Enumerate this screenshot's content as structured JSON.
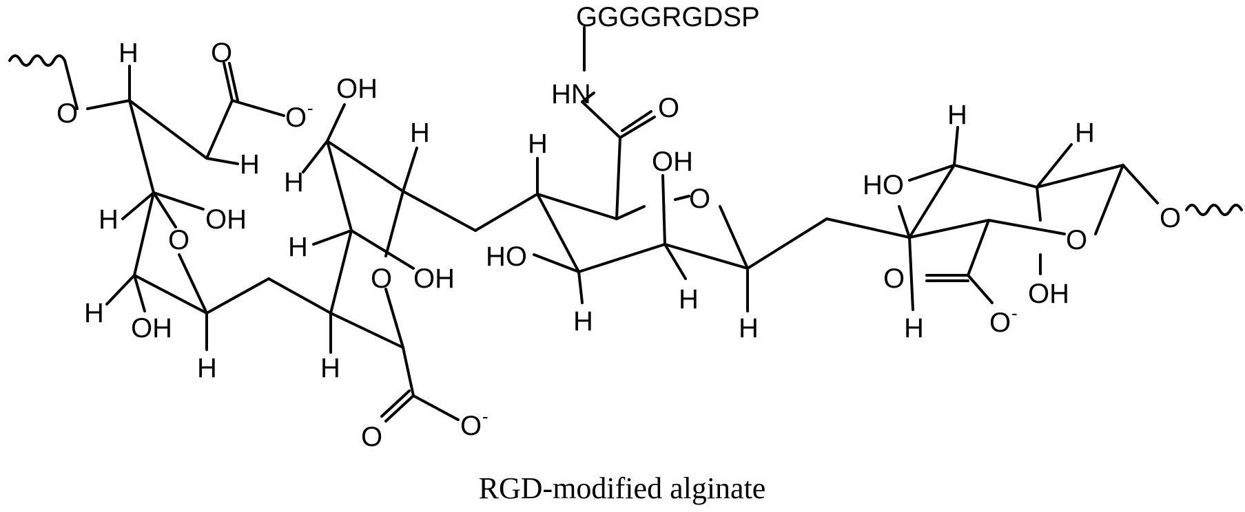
{
  "peptide": "GGGGRGDSP",
  "caption": "RGD-modified alginate",
  "atoms": {
    "O": "O",
    "H": "H",
    "OH": "OH",
    "HO": "HO",
    "HN": "HN",
    "minus": "-"
  },
  "colors": {
    "ink": "#000000",
    "background": "#ffffff"
  }
}
